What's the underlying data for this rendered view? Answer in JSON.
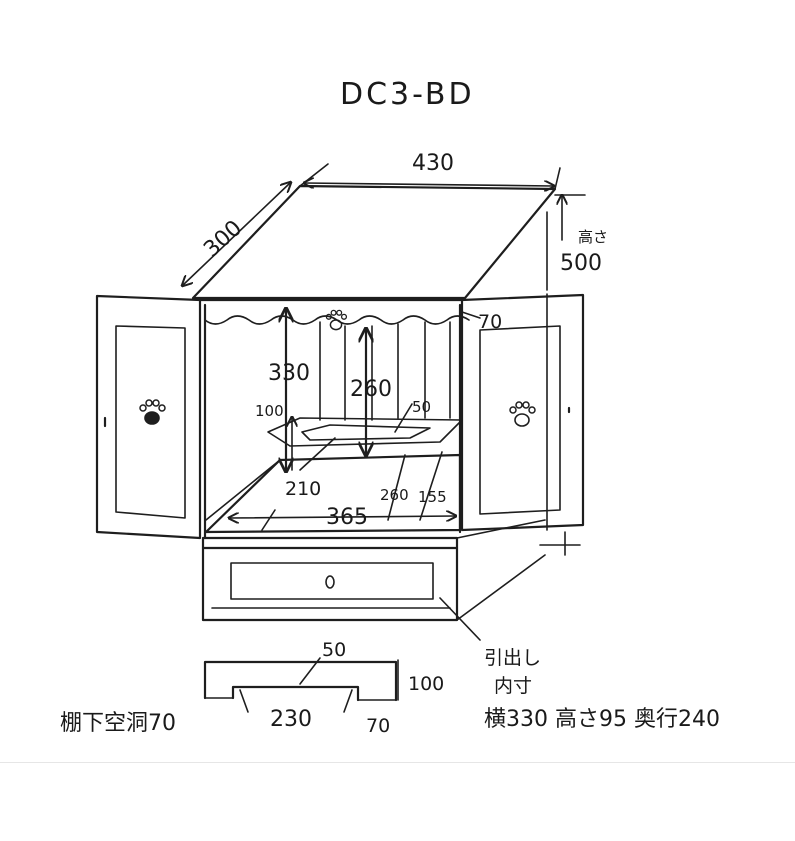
{
  "title": "DC3-BD",
  "dimensions": {
    "top_width": "430",
    "top_depth": "300",
    "height_label": "高さ",
    "height_value": "500",
    "crown_side": "70",
    "inner_height": "330",
    "upper_space": "260",
    "shelf_offset": "100",
    "shelf_depth": "50",
    "floor_depth": "210",
    "inner_width": "365",
    "shelf_left": "260",
    "shelf_right": "155"
  },
  "shelf_detail": {
    "depth": "50",
    "height": "100",
    "width": "230",
    "gap": "70",
    "caption": "棚下空洞70"
  },
  "drawer_note": {
    "line1": "引出し",
    "line2": "内寸",
    "line3": "横330 高さ95 奥行240"
  },
  "icons": [
    "paw-icon",
    "knob-icon",
    "arrow-icon"
  ]
}
